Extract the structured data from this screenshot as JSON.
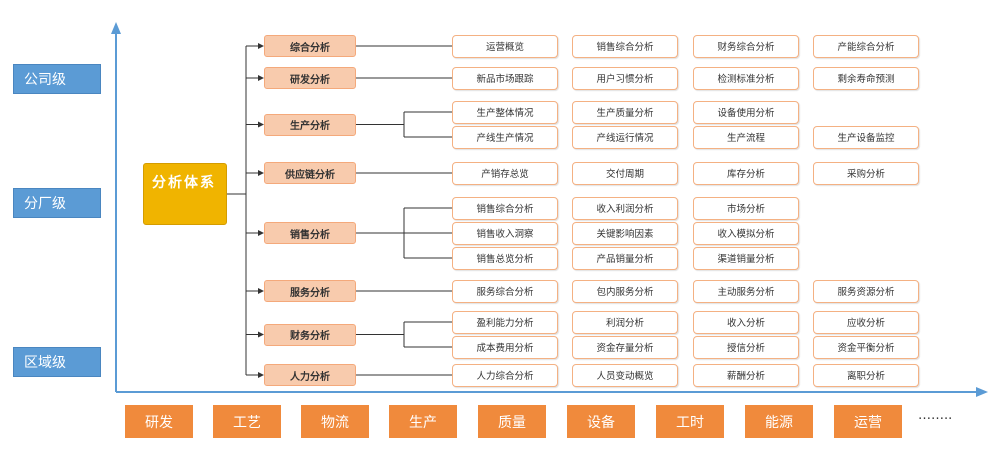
{
  "levels": [
    "公司级",
    "分厂级",
    "区域级"
  ],
  "root": "分析体系",
  "categories": [
    {
      "name": "综合分析",
      "rows": [
        [
          "运营概览",
          "销售综合分析",
          "财务综合分析",
          "产能综合分析"
        ]
      ]
    },
    {
      "name": "研发分析",
      "rows": [
        [
          "新品市场跟踪",
          "用户习惯分析",
          "检测标准分析",
          "剩余寿命预测"
        ]
      ]
    },
    {
      "name": "生产分析",
      "rows": [
        [
          "生产整体情况",
          "生产质量分析",
          "设备使用分析",
          ""
        ],
        [
          "产线生产情况",
          "产线运行情况",
          "生产流程",
          "生产设备监控"
        ]
      ]
    },
    {
      "name": "供应链分析",
      "rows": [
        [
          "产销存总览",
          "交付周期",
          "库存分析",
          "采购分析"
        ]
      ]
    },
    {
      "name": "销售分析",
      "rows": [
        [
          "销售综合分析",
          "收入利润分析",
          "市场分析",
          ""
        ],
        [
          "销售收入洞察",
          "关键影响因素",
          "收入模拟分析",
          ""
        ],
        [
          "销售总览分析",
          "产品销量分析",
          "渠道销量分析",
          ""
        ]
      ]
    },
    {
      "name": "服务分析",
      "rows": [
        [
          "服务综合分析",
          "包内服务分析",
          "主动服务分析",
          "服务资源分析"
        ]
      ]
    },
    {
      "name": "财务分析",
      "rows": [
        [
          "盈利能力分析",
          "利润分析",
          "收入分析",
          "应收分析"
        ],
        [
          "成本费用分析",
          "资金存量分析",
          "授信分析",
          "资金平衡分析"
        ]
      ]
    },
    {
      "name": "人力分析",
      "rows": [
        [
          "人力综合分析",
          "人员变动概览",
          "薪酬分析",
          "离职分析"
        ]
      ]
    }
  ],
  "domains": [
    "研发",
    "工艺",
    "物流",
    "生产",
    "质量",
    "设备",
    "工时",
    "能源",
    "运营"
  ],
  "ellipsis": "……..",
  "colors": {
    "level": "#5b9bd5",
    "root": "#f0b400",
    "category": "#f8cbad",
    "leaf_border": "#f4b183",
    "domain": "#f08a3c",
    "axis": "#5b9bd5",
    "connector": "#333333"
  }
}
